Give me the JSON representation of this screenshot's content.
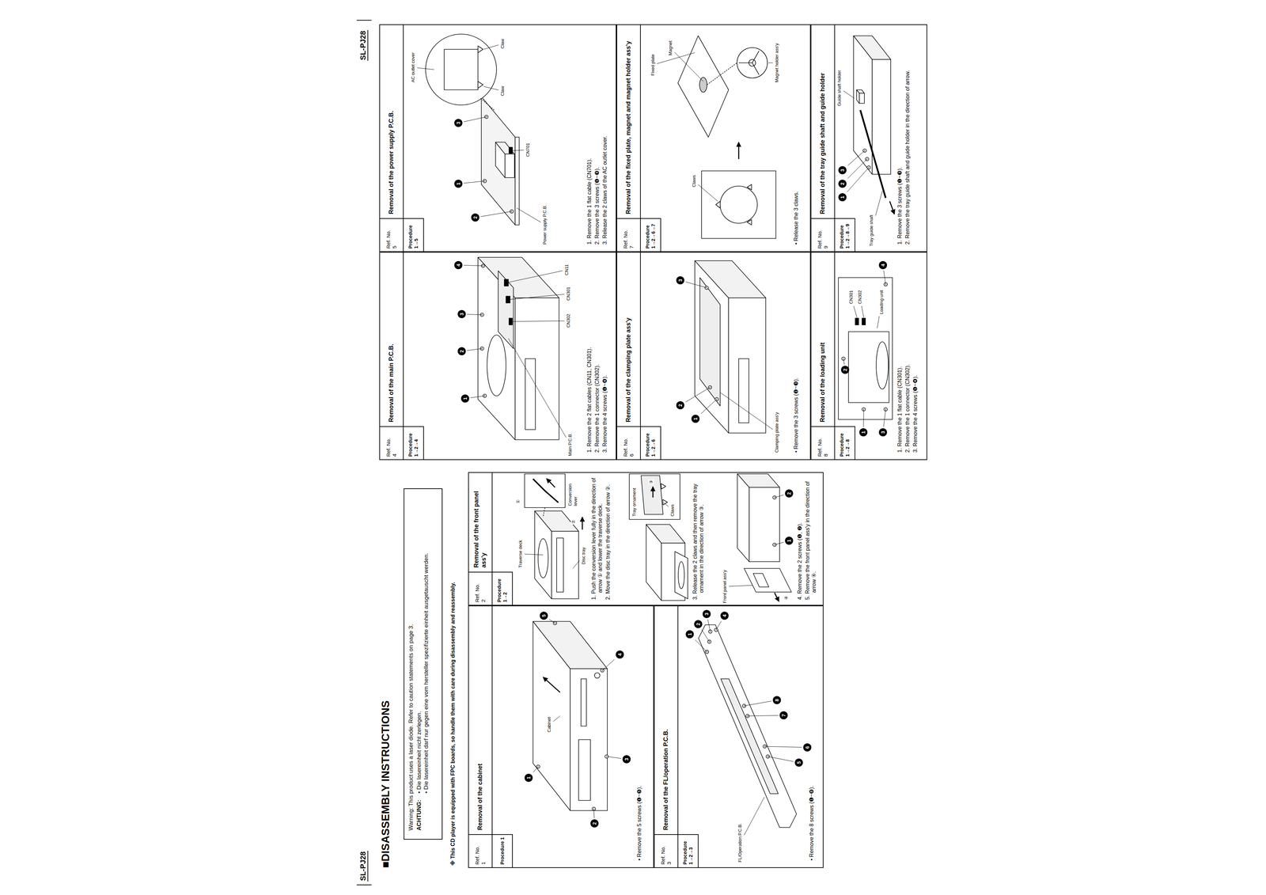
{
  "diagram": {
    "title": "■DISASSEMBLY INSTRUCTIONS",
    "nodes": [
      {
        "text": [
          "Warning: This product uses a laser diode. Refer to caution statements on page 3.",
          "ACHTUNG:",
          "• Die lasereinheit nicht zerlegen.",
          "• Die lasereinheit darf nur gegen eine vom hersteller spezifizierte einheit ausgetauscht werden."
        ]
      },
      {
        "text": [
          "Ref. No. 1"
        ]
      },
      {
        "text": [
          "Removal of the cabinet"
        ]
      },
      {
        "text": [
          "• Remove the 5 screws (❶~❺)."
        ]
      },
      {
        "text": [
          "Procedure 1"
        ],
        "in": 3
      },
      {
        "text": [
          "Ref. No. 2"
        ]
      },
      {
        "text": [
          "Removal of the front panel ass'y"
        ]
      },
      {
        "text": [
          "1. Push the conversion lever fully in the direction of arrow ① and lower the traverse deck.",
          "2. Move the disc tray in the direction of arrow ②.",
          "3. Release the 2 claws and then remove the tray ornament in the direction of arrow ③.",
          "4. Remove the 2 screws (❶, ❷).",
          "5. Remove the front panel ass'y in the direction of arrow ④."
        ]
      },
      {
        "text": [
          "Procedure 1→2"
        ],
        "in": 7
      },
      {
        "text": [
          "Ref. No. 3"
        ]
      },
      {
        "text": [
          "Removal of the FL/operation P.C.B."
        ]
      },
      {
        "text": [
          "• Remove the 8 screws (❶~❽)."
        ]
      },
      {
        "text": [
          "Procedure 1→2→3"
        ],
        "in": 11
      },
      {
        "text": [
          "Ref. No. 4"
        ]
      },
      {
        "text": [
          "Removal of the main P.C.B."
        ]
      },
      {
        "text": [
          "1. Remove the 2 flat cables (CN11, CN301).",
          "2. Remove the 1 connector (CN302).",
          "3. Remove the 4 screws (❶~❹)."
        ]
      },
      {
        "text": [
          "Procedure 1→2→4"
        ],
        "in": 15
      },
      {
        "text": [
          "Ref. No. 5"
        ]
      },
      {
        "text": [
          "Removal of the power supply P.C.B."
        ]
      },
      {
        "text": [
          "1. Remove the 1 flat cable (CN701).",
          "2. Remove the 3 screws (❶~❸).",
          "3. Release the 2 claws of the AC outlet cover."
        ]
      },
      {
        "text": [
          "Procedure 1→5"
        ],
        "in": 19
      },
      {
        "text": [
          "Ref. No. 6"
        ]
      },
      {
        "text": [
          "Removal of the clamping plate ass'y"
        ]
      },
      {
        "text": [
          "• Remove the 3 screws (❶~❸)."
        ]
      },
      {
        "text": [
          "Procedure 1→2→6"
        ],
        "in": 23
      },
      {
        "text": [
          "Ref. No. 7"
        ]
      },
      {
        "text": [
          "Removal of the fixed plate, magnet and magnet holder ass'y"
        ]
      },
      {
        "text": [
          "• Release the 3 claws."
        ]
      },
      {
        "text": [
          "Procedure 1→2→6→7"
        ],
        "in": 27
      },
      {
        "text": [
          "Ref. No. 8"
        ]
      },
      {
        "text": [
          "Removal of the loading unit"
        ]
      },
      {
        "text": [
          "1. Remove the 1 flat cable (CN301).",
          "2. Remove the 1 connector (CN302).",
          "3. Remove the 4 screws (❶~❹)."
        ]
      },
      {
        "text": [
          "Procedure 1→2→8"
        ],
        "in": 31
      },
      {
        "text": [
          "Ref. No. 9"
        ]
      },
      {
        "text": [
          "Removal of the tray guide shaft and guide holder"
        ]
      },
      {
        "text": [
          "1. Remove the 3 screws (❶~❸).",
          "2. Remove the tray guide shaft and guide holder in the direction of arrow."
        ]
      },
      {
        "text": [
          "Procedure 1→2→8→9"
        ],
        "in": 35
      }
    ],
    "labels": [
      "SL-PJ28",
      "SL-PJ28",
      "※ This CD player is equipped with FPC boards, so handle them with care during disassembly and reassembly.",
      "Cabinet",
      "1",
      "2",
      "3",
      "4",
      "5",
      "Traverse deck",
      "Disc tray",
      "Conversion lever",
      "①",
      "②",
      "Tray ornament",
      "③",
      "Claws",
      "Front panel ass'y",
      "1",
      "2",
      "④",
      "FL/Operation P.C.B.",
      "1",
      "2",
      "3",
      "4",
      "5",
      "6",
      "7",
      "8",
      "Main P.C.B.",
      "CN11",
      "CN301",
      "CN302",
      "1",
      "2",
      "3",
      "4",
      "AC outlet cover",
      "Claw",
      "Claw",
      "CN701",
      "Power supply P.C.B.",
      "1",
      "2",
      "3",
      "Clamping plate ass'y",
      "1",
      "2",
      "3",
      "Fixed plate",
      "Magnet",
      "Magnet holder ass'y",
      "Claws",
      "CN301",
      "CN302",
      "Loading unit",
      "1",
      "2",
      "3",
      "4",
      "Guide shaft holder",
      "Tray guide shaft",
      "1",
      "2",
      "3"
    ]
  }
}
